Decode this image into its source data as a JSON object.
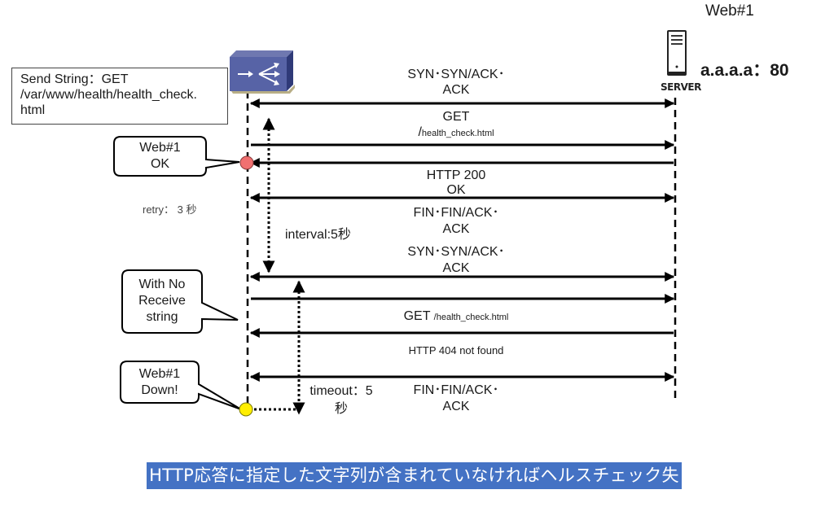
{
  "lb": {
    "icon": "load-balancer-icon",
    "send_string_line1": "Send String：GET",
    "send_string_line2": "/var/www/health/health_check.",
    "send_string_line3": "html"
  },
  "server": {
    "icon": "server-icon",
    "icon_label": "SERVER",
    "name": "Web#1",
    "address": "a.a.a.a：80"
  },
  "messages": {
    "handshake1_line1": "SYN･SYN/ACK･",
    "handshake1_line2": "ACK",
    "get1_line1": "GET",
    "get1_line2_slash": "/",
    "get1_line2_path": "health_check.html",
    "http200_line1": "HTTP 200",
    "http200_line2": "OK",
    "fin1_line1": "FIN･FIN/ACK･",
    "fin1_line2": "ACK",
    "handshake2_line1": "SYN･SYN/ACK･",
    "handshake2_line2": "ACK",
    "get2_method": "GET ",
    "get2_path": "/health_check.html",
    "http404": "HTTP 404 not found",
    "fin2_line1": "FIN･FIN/ACK･",
    "fin2_line2": "ACK"
  },
  "callouts": {
    "ok_line1": "Web#1",
    "ok_line2": "OK",
    "norecv_line1": "With No",
    "norecv_line2": "Receive",
    "norecv_line3": "string",
    "down_line1": "Web#1",
    "down_line2": "Down!"
  },
  "timers": {
    "retry": "retry： 3 秒",
    "interval": "interval:5秒",
    "timeout_line1": "timeout：5",
    "timeout_line2": "秒"
  },
  "status_colors": {
    "ok_marker": "#f07070",
    "down_marker": "#ffee00",
    "banner_bg": "#4472c4"
  },
  "banner": {
    "text": "HTTP応答に指定した文字列が含まれていなければヘルスチェック失敗と見なす"
  }
}
